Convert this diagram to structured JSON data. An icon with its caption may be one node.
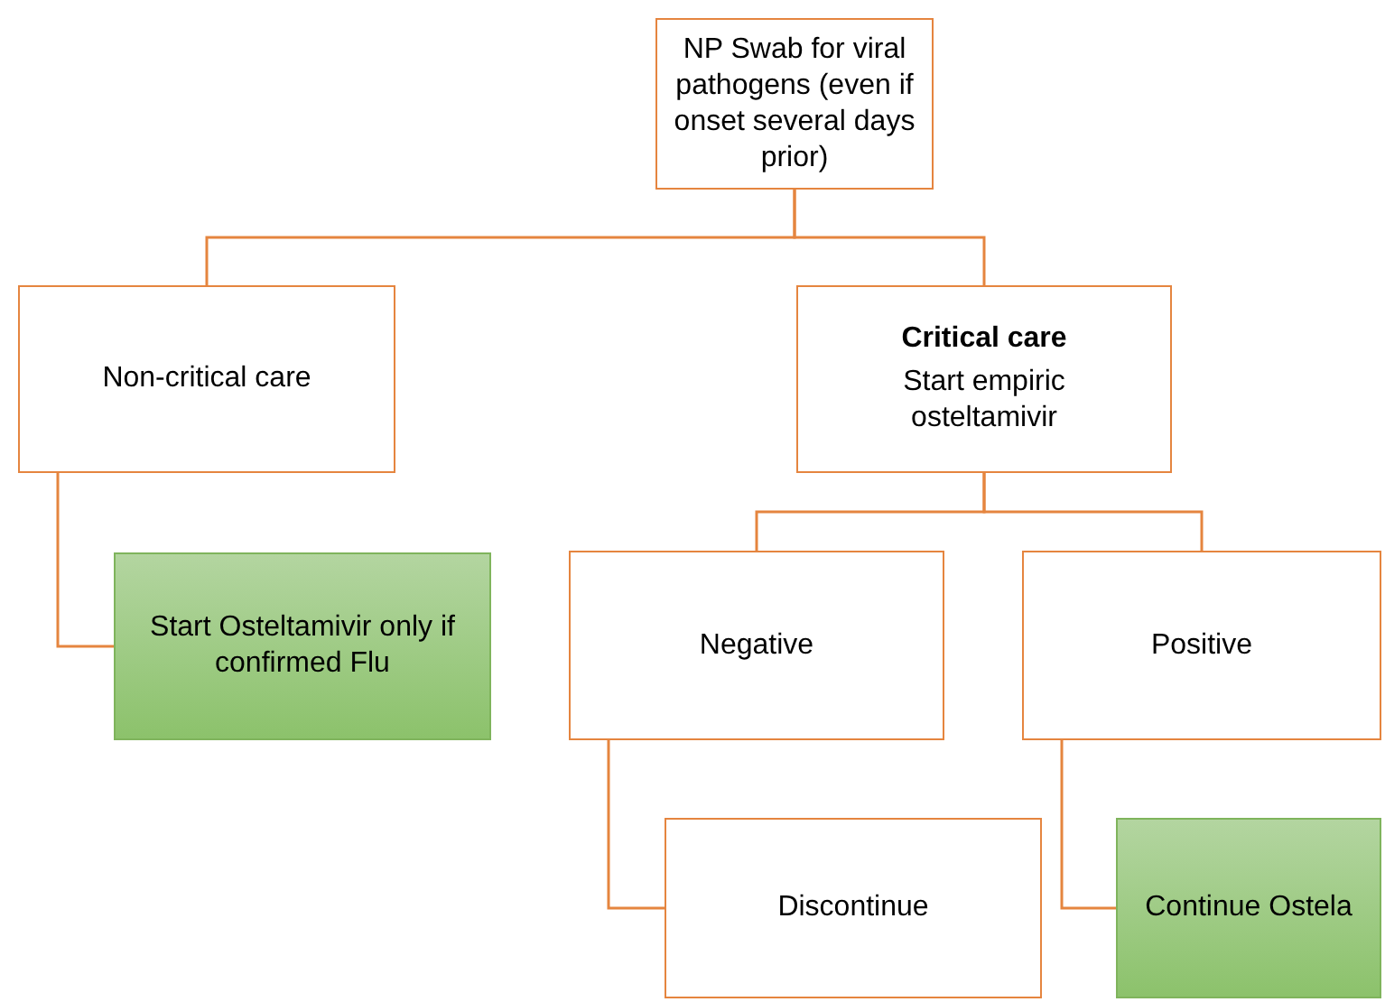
{
  "diagram": {
    "nodes": [
      {
        "text": [
          "NP Swab for viral pathogens (even if onset several days prior)"
        ]
      },
      {
        "text": [
          "Non-critical care"
        ]
      },
      {
        "text": [
          "Critical care",
          "Start empiric osteltamivir"
        ]
      },
      {
        "text": [
          "Start Osteltamivir only if confirmed Flu"
        ]
      },
      {
        "text": [
          "Negative"
        ]
      },
      {
        "text": [
          "Positive"
        ]
      },
      {
        "text": [
          "Discontinue"
        ]
      },
      {
        "text": [
          "Continue Ostela"
        ]
      }
    ],
    "edges": [
      {
        "from": 0,
        "to": 1,
        "arrow": "none"
      },
      {
        "from": 0,
        "to": 2,
        "arrow": "none"
      },
      {
        "from": 1,
        "to": 3,
        "arrow": "none"
      },
      {
        "from": 2,
        "to": 4,
        "arrow": "none"
      },
      {
        "from": 2,
        "to": 5,
        "arrow": "none"
      },
      {
        "from": 4,
        "to": 6,
        "arrow": "none"
      },
      {
        "from": 5,
        "to": 7,
        "arrow": "none"
      }
    ]
  }
}
